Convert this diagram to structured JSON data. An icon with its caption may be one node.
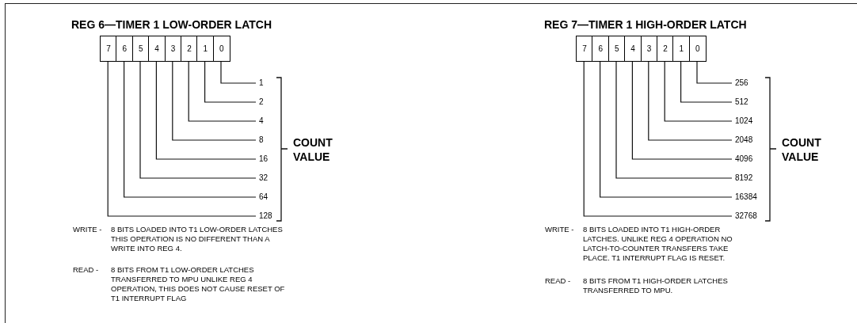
{
  "diagram": {
    "nodes": [
      {
        "text": [
          "7"
        ]
      },
      {
        "text": [
          "6"
        ]
      },
      {
        "text": [
          "5"
        ]
      },
      {
        "text": [
          "4"
        ]
      },
      {
        "text": [
          "3"
        ]
      },
      {
        "text": [
          "2"
        ]
      },
      {
        "text": [
          "1"
        ]
      },
      {
        "text": [
          "0"
        ]
      },
      {
        "text": [
          "1"
        ]
      },
      {
        "text": [
          "2"
        ]
      },
      {
        "text": [
          "4"
        ]
      },
      {
        "text": [
          "8"
        ]
      },
      {
        "text": [
          "16"
        ]
      },
      {
        "text": [
          "32"
        ]
      },
      {
        "text": [
          "64"
        ]
      },
      {
        "text": [
          "128"
        ]
      },
      {
        "text": [
          "7"
        ]
      },
      {
        "text": [
          "6"
        ]
      },
      {
        "text": [
          "5"
        ]
      },
      {
        "text": [
          "4"
        ]
      },
      {
        "text": [
          "3"
        ]
      },
      {
        "text": [
          "2"
        ]
      },
      {
        "text": [
          "1"
        ]
      },
      {
        "text": [
          "0"
        ]
      },
      {
        "text": [
          "256"
        ]
      },
      {
        "text": [
          "512"
        ]
      },
      {
        "text": [
          "1024"
        ]
      },
      {
        "text": [
          "2048"
        ]
      },
      {
        "text": [
          "4096"
        ]
      },
      {
        "text": [
          "8192"
        ]
      },
      {
        "text": [
          "16384"
        ]
      },
      {
        "text": [
          "32768"
        ]
      }
    ],
    "edges": [
      {
        "from": 7,
        "to": 8,
        "arrow": "none"
      },
      {
        "from": 6,
        "to": 9,
        "arrow": "none"
      },
      {
        "from": 5,
        "to": 10,
        "arrow": "none"
      },
      {
        "from": 4,
        "to": 11,
        "arrow": "none"
      },
      {
        "from": 3,
        "to": 12,
        "arrow": "none"
      },
      {
        "from": 2,
        "to": 13,
        "arrow": "none"
      },
      {
        "from": 1,
        "to": 14,
        "arrow": "none"
      },
      {
        "from": 0,
        "to": 15,
        "arrow": "none"
      },
      {
        "from": 23,
        "to": 24,
        "arrow": "none"
      },
      {
        "from": 22,
        "to": 25,
        "arrow": "none"
      },
      {
        "from": 21,
        "to": 26,
        "arrow": "none"
      },
      {
        "from": 20,
        "to": 27,
        "arrow": "none"
      },
      {
        "from": 19,
        "to": 28,
        "arrow": "none"
      },
      {
        "from": 18,
        "to": 29,
        "arrow": "none"
      },
      {
        "from": 17,
        "to": 30,
        "arrow": "none"
      },
      {
        "from": 16,
        "to": 31,
        "arrow": "none"
      }
    ],
    "labels": [
      "REG 6—TIMER 1 LOW-ORDER LATCH",
      "REG 7—TIMER 1 HIGH-ORDER LATCH",
      "COUNT VALUE",
      "COUNT VALUE",
      "WRITE -",
      "8 BITS LOADED INTO T1 LOW-ORDER LATCHES THIS OPERATION IS NO DIFFERENT THAN A WRITE INTO REG 4.",
      "WRITE -",
      "8 BITS LOADED INTO T1 HIGH-ORDER LATCHES. UNLIKE REG 4 OPERATION NO LATCH-TO-COUNTER TRANSFERS TAKE PLACE. T1 INTERRUPT FLAG IS RESET.",
      "READ -",
      "8 BITS FROM T1 LOW-ORDER LATCHES TRANSFERRED TO MPU UNLIKE REG 4 OPERATION, THIS DOES NOT CAUSE RESET OF T1 INTERRUPT FLAG",
      "READ -",
      "8 BITS FROM T1 HIGH-ORDER LATCHES TRANSFERRED TO MPU."
    ]
  }
}
